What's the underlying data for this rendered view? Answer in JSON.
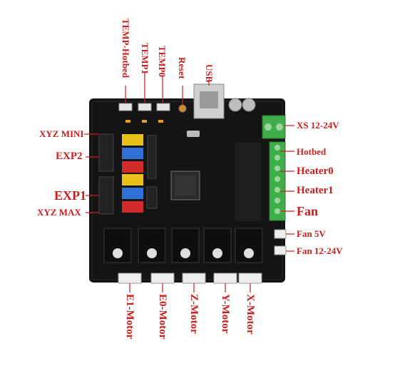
{
  "labels": {
    "temp_hotbed": "TEMP-Hotbed",
    "temp1": "TEMP1",
    "temp0": "TEMP0",
    "reset": "Reset",
    "usb": "USB",
    "xyz_mini": "XYZ MINI",
    "exp2": "EXP2",
    "exp1": "EXP1",
    "xyz_max": "XYZ MAX",
    "xs": "XS 12-24V",
    "hotbed": "Hotbed",
    "heater0": "Heater0",
    "heater1": "Heater1",
    "fan": "Fan",
    "fan5v": "Fan 5V",
    "fan1224": "Fan 12-24V",
    "e1_motor": "E1-Motor",
    "e0_motor": "E0-Motor",
    "z_motor": "Z-Motor",
    "y_motor": "Y-Motor",
    "x_motor": "X-Motor"
  },
  "colors": {
    "label": "#c81e1e",
    "board": "#141414",
    "terminal": "#3fae49",
    "jumper_yellow": "#e8c21a",
    "jumper_blue": "#2f6fd6",
    "jumper_red": "#d22a2a"
  }
}
